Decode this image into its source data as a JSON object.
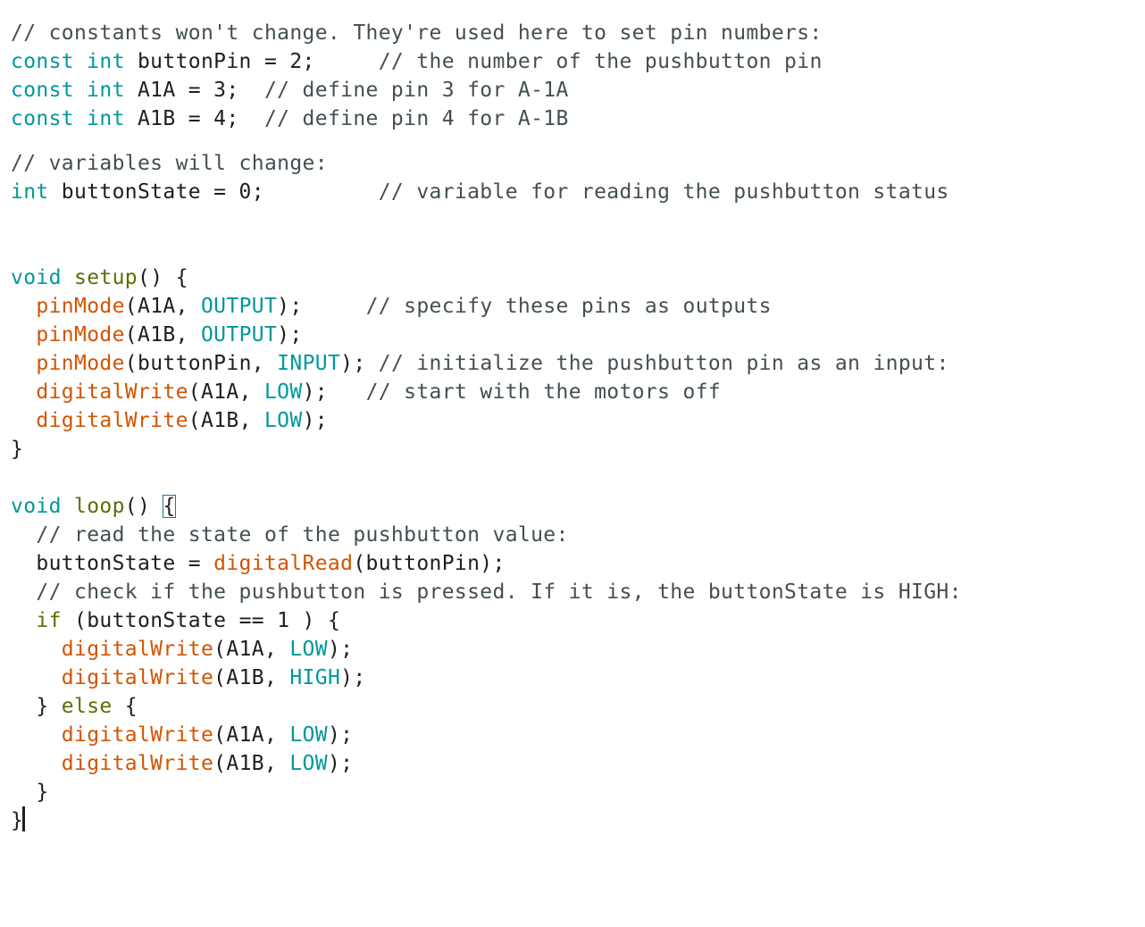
{
  "editor": {
    "lines": [
      {
        "tokens": [
          {
            "t": "com",
            "v": "// constants won't change. They're used here to set pin numbers:"
          }
        ]
      },
      {
        "tokens": [
          {
            "t": "kw",
            "v": "const int"
          },
          {
            "t": "txt",
            "v": " buttonPin = 2;     "
          },
          {
            "t": "com",
            "v": "// the number of the pushbutton pin"
          }
        ]
      },
      {
        "tokens": [
          {
            "t": "kw",
            "v": "const int"
          },
          {
            "t": "txt",
            "v": " A1A = 3;  "
          },
          {
            "t": "com",
            "v": "// define pin 3 for A-1A"
          }
        ]
      },
      {
        "tokens": [
          {
            "t": "kw",
            "v": "const int"
          },
          {
            "t": "txt",
            "v": " A1B = 4;  "
          },
          {
            "t": "com",
            "v": "// define pin 4 for A-1B"
          }
        ]
      },
      {
        "spacer": "half",
        "tokens": []
      },
      {
        "tokens": [
          {
            "t": "com",
            "v": "// variables will change:"
          }
        ]
      },
      {
        "tokens": [
          {
            "t": "kw",
            "v": "int"
          },
          {
            "t": "txt",
            "v": " buttonState = 0;         "
          },
          {
            "t": "com",
            "v": "// variable for reading the pushbutton status"
          }
        ]
      },
      {
        "tokens": []
      },
      {
        "tokens": []
      },
      {
        "tokens": [
          {
            "t": "kw",
            "v": "void"
          },
          {
            "t": "txt",
            "v": " "
          },
          {
            "t": "ctl",
            "v": "setup"
          },
          {
            "t": "txt",
            "v": "() {"
          }
        ]
      },
      {
        "tokens": [
          {
            "t": "txt",
            "v": "  "
          },
          {
            "t": "fn",
            "v": "pinMode"
          },
          {
            "t": "txt",
            "v": "(A1A, "
          },
          {
            "t": "kw",
            "v": "OUTPUT"
          },
          {
            "t": "txt",
            "v": ");     "
          },
          {
            "t": "com",
            "v": "// specify these pins as outputs"
          }
        ]
      },
      {
        "tokens": [
          {
            "t": "txt",
            "v": "  "
          },
          {
            "t": "fn",
            "v": "pinMode"
          },
          {
            "t": "txt",
            "v": "(A1B, "
          },
          {
            "t": "kw",
            "v": "OUTPUT"
          },
          {
            "t": "txt",
            "v": ");"
          }
        ]
      },
      {
        "tokens": [
          {
            "t": "txt",
            "v": "  "
          },
          {
            "t": "fn",
            "v": "pinMode"
          },
          {
            "t": "txt",
            "v": "(buttonPin, "
          },
          {
            "t": "kw",
            "v": "INPUT"
          },
          {
            "t": "txt",
            "v": "); "
          },
          {
            "t": "com",
            "v": "// initialize the pushbutton pin as an input:"
          }
        ]
      },
      {
        "tokens": [
          {
            "t": "txt",
            "v": "  "
          },
          {
            "t": "fn",
            "v": "digitalWrite"
          },
          {
            "t": "txt",
            "v": "(A1A, "
          },
          {
            "t": "kw",
            "v": "LOW"
          },
          {
            "t": "txt",
            "v": ");   "
          },
          {
            "t": "com",
            "v": "// start with the motors off"
          }
        ]
      },
      {
        "tokens": [
          {
            "t": "txt",
            "v": "  "
          },
          {
            "t": "fn",
            "v": "digitalWrite"
          },
          {
            "t": "txt",
            "v": "(A1B, "
          },
          {
            "t": "kw",
            "v": "LOW"
          },
          {
            "t": "txt",
            "v": ");"
          }
        ]
      },
      {
        "tokens": [
          {
            "t": "txt",
            "v": "}"
          }
        ]
      },
      {
        "tokens": []
      },
      {
        "tokens": [
          {
            "t": "kw",
            "v": "void"
          },
          {
            "t": "txt",
            "v": " "
          },
          {
            "t": "ctl",
            "v": "loop"
          },
          {
            "t": "txt",
            "v": "() "
          },
          {
            "t": "txt",
            "v": "{",
            "hl": true
          }
        ]
      },
      {
        "tokens": [
          {
            "t": "txt",
            "v": "  "
          },
          {
            "t": "com",
            "v": "// read the state of the pushbutton value:"
          }
        ]
      },
      {
        "tokens": [
          {
            "t": "txt",
            "v": "  buttonState = "
          },
          {
            "t": "fn",
            "v": "digitalRead"
          },
          {
            "t": "txt",
            "v": "(buttonPin);"
          }
        ]
      },
      {
        "tokens": [
          {
            "t": "txt",
            "v": "  "
          },
          {
            "t": "com",
            "v": "// check if the pushbutton is pressed. If it is, the buttonState is HIGH:"
          }
        ]
      },
      {
        "tokens": [
          {
            "t": "txt",
            "v": "  "
          },
          {
            "t": "ctl",
            "v": "if"
          },
          {
            "t": "txt",
            "v": " (buttonState == 1 ) {"
          }
        ]
      },
      {
        "tokens": [
          {
            "t": "txt",
            "v": "    "
          },
          {
            "t": "fn",
            "v": "digitalWrite"
          },
          {
            "t": "txt",
            "v": "(A1A, "
          },
          {
            "t": "kw",
            "v": "LOW"
          },
          {
            "t": "txt",
            "v": ");"
          }
        ]
      },
      {
        "tokens": [
          {
            "t": "txt",
            "v": "    "
          },
          {
            "t": "fn",
            "v": "digitalWrite"
          },
          {
            "t": "txt",
            "v": "(A1B, "
          },
          {
            "t": "kw",
            "v": "HIGH"
          },
          {
            "t": "txt",
            "v": ");"
          }
        ]
      },
      {
        "tokens": [
          {
            "t": "txt",
            "v": "  } "
          },
          {
            "t": "ctl",
            "v": "else"
          },
          {
            "t": "txt",
            "v": " {"
          }
        ]
      },
      {
        "tokens": [
          {
            "t": "txt",
            "v": "    "
          },
          {
            "t": "fn",
            "v": "digitalWrite"
          },
          {
            "t": "txt",
            "v": "(A1A, "
          },
          {
            "t": "kw",
            "v": "LOW"
          },
          {
            "t": "txt",
            "v": ");"
          }
        ]
      },
      {
        "tokens": [
          {
            "t": "txt",
            "v": "    "
          },
          {
            "t": "fn",
            "v": "digitalWrite"
          },
          {
            "t": "txt",
            "v": "(A1B, "
          },
          {
            "t": "kw",
            "v": "LOW"
          },
          {
            "t": "txt",
            "v": ");"
          }
        ]
      },
      {
        "tokens": [
          {
            "t": "txt",
            "v": "  }"
          }
        ]
      },
      {
        "tokens": [
          {
            "t": "txt",
            "v": "}"
          },
          {
            "t": "caret"
          }
        ]
      }
    ]
  },
  "colors": {
    "background": "#ffffff",
    "text": "#1e1e1e",
    "comment": "#434f54",
    "keyword": "#00979c",
    "function": "#d35400",
    "control": "#5e6d03",
    "bracket_highlight": "#1e6fa8"
  }
}
